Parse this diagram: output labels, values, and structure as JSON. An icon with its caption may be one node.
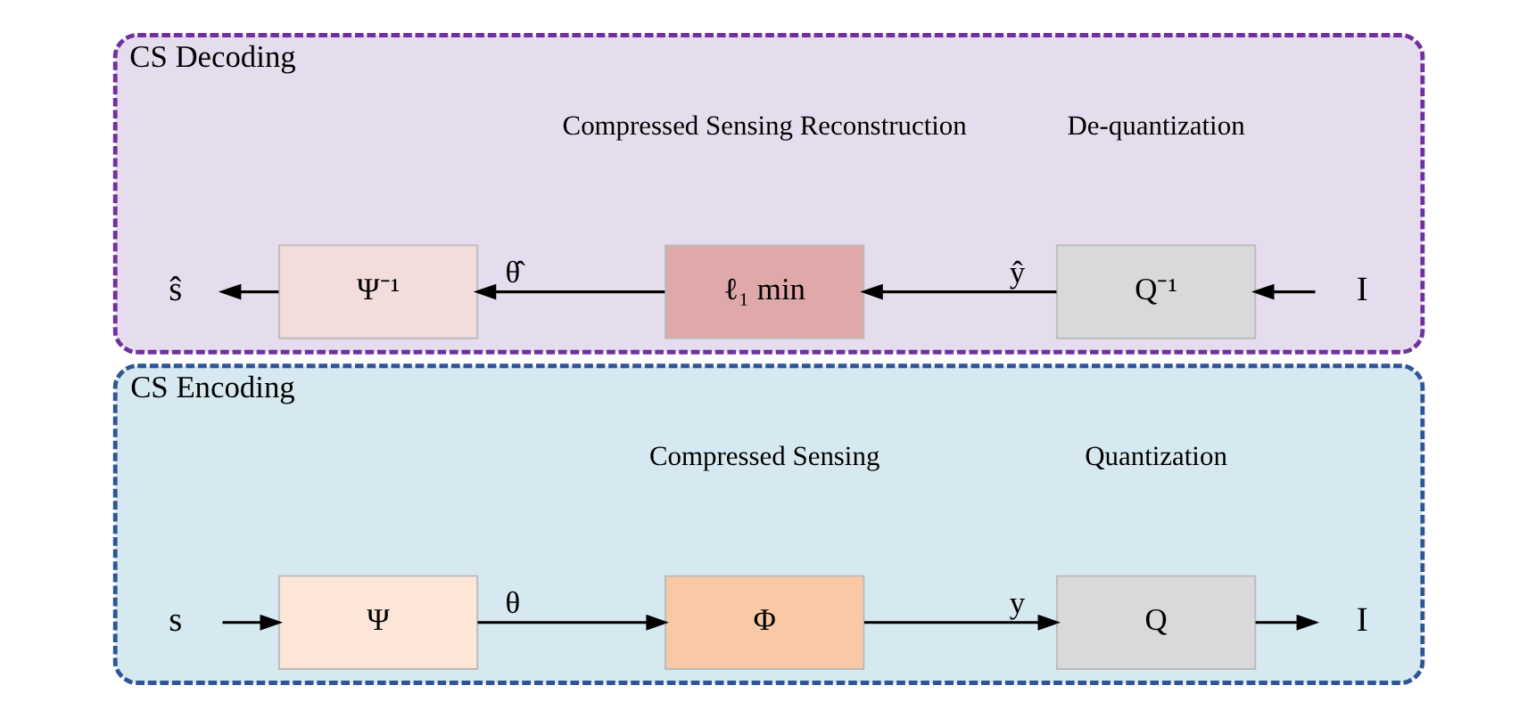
{
  "diagram": {
    "nodes": [
      {
        "text": [
          "CS Encoding"
        ]
      },
      {
        "text": [
          "s"
        ],
        "in": 0
      },
      {
        "text": [
          "Ψ"
        ],
        "in": 0
      },
      {
        "text": [
          "Φ"
        ],
        "in": 0
      },
      {
        "text": [
          "Q"
        ],
        "in": 0
      },
      {
        "text": [
          "I"
        ],
        "in": 0
      },
      {
        "text": [
          "CS Decoding"
        ]
      },
      {
        "text": [
          "ŝ"
        ],
        "in": 6
      },
      {
        "text": [
          "Ψ⁻¹"
        ],
        "in": 6
      },
      {
        "text": [
          "ℓ₁ min"
        ],
        "in": 6
      },
      {
        "text": [
          "Q⁻¹"
        ],
        "in": 6
      },
      {
        "text": [
          "I"
        ],
        "in": 6
      }
    ],
    "edges": [
      {
        "from": 1,
        "to": 2,
        "arrow": "to"
      },
      {
        "from": 2,
        "to": 3,
        "arrow": "to",
        "label": "θ"
      },
      {
        "from": 3,
        "to": 4,
        "arrow": "to",
        "label": "y"
      },
      {
        "from": 4,
        "to": 5,
        "arrow": "to"
      },
      {
        "from": 11,
        "to": 10,
        "arrow": "to"
      },
      {
        "from": 10,
        "to": 9,
        "arrow": "to",
        "label": "ŷ"
      },
      {
        "from": 9,
        "to": 8,
        "arrow": "to",
        "label": "θ̂"
      },
      {
        "from": 8,
        "to": 7,
        "arrow": "to"
      }
    ],
    "labels": [
      "Compressed Sensing",
      "Quantization",
      "Compressed Sensing Reconstruction",
      "De-quantization"
    ]
  }
}
